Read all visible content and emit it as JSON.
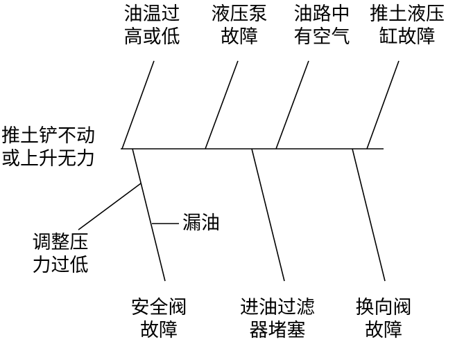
{
  "effect": {
    "line1": "推土铲不动",
    "line2": "或上升无力"
  },
  "top_causes": [
    {
      "line1": "油温过",
      "line2": "高或低"
    },
    {
      "line1": "液压泵",
      "line2": "故障"
    },
    {
      "line1": "油路中",
      "line2": "有空气"
    },
    {
      "line1": "推土液压",
      "line2": "缸故障"
    }
  ],
  "bottom_causes": [
    {
      "line1": "安全阀",
      "line2": "故障"
    },
    {
      "line1": "进油过滤",
      "line2": "器堵塞"
    },
    {
      "line1": "换向阀",
      "line2": "故障"
    }
  ],
  "sub_causes": [
    {
      "line1": "调整压",
      "line2": "力过低"
    },
    {
      "line1": "漏油"
    }
  ],
  "colors": {
    "ink": "#000000",
    "background": "#ffffff"
  }
}
